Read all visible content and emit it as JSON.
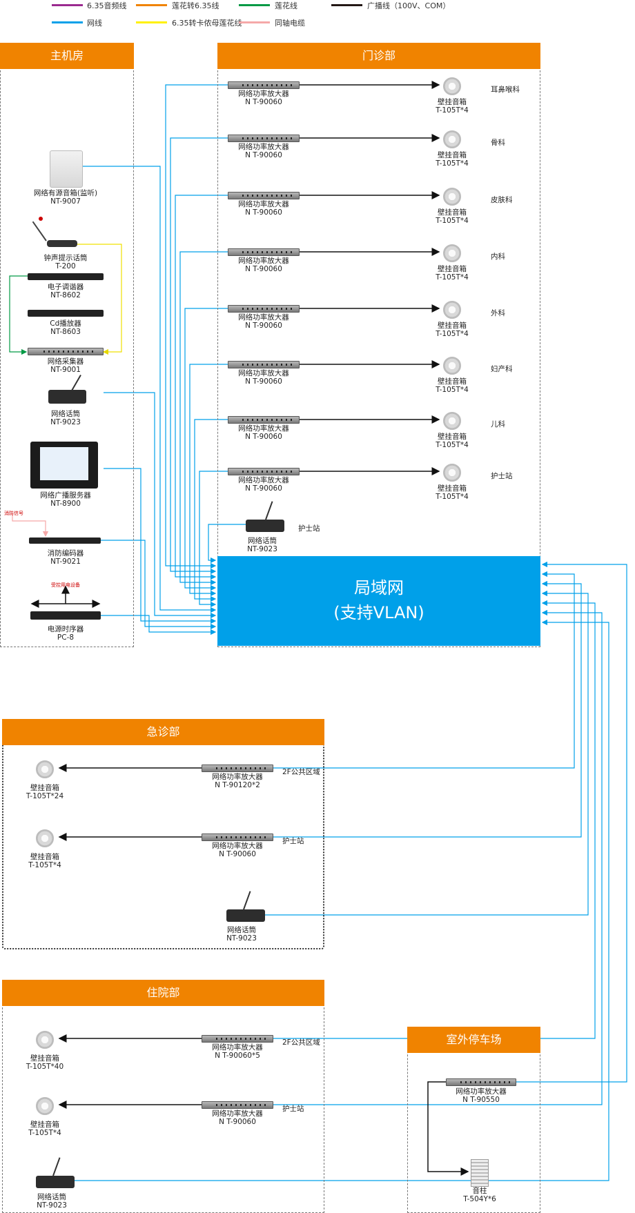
{
  "legend": [
    {
      "label": "6.35音频线",
      "color": "#9b2a8f"
    },
    {
      "label": "莲花转6.35线",
      "color": "#f08300"
    },
    {
      "label": "莲花线",
      "color": "#009944"
    },
    {
      "label": "广播线（100V、COM）",
      "color": "#231815"
    },
    {
      "label": "网线",
      "color": "#00a0e9"
    },
    {
      "label": "6.35转卡侬母莲花线",
      "color": "#fff100"
    },
    {
      "label": "同轴电缆",
      "color": "#f5a8a8"
    }
  ],
  "sections": {
    "host_room": "主机房",
    "outpatient": "门诊部",
    "emergency": "急诊部",
    "inpatient": "住院部",
    "parking": "室外停车场"
  },
  "lan": {
    "line1": "局域网",
    "line2": "(支持VLAN)"
  },
  "host_devices": [
    {
      "name": "网络有源音箱(监听)",
      "model": "NT-9007"
    },
    {
      "name": "钟声提示话筒",
      "model": "T-200"
    },
    {
      "name": "电子调谐器",
      "model": "NT-8602"
    },
    {
      "name": "Cd播放器",
      "model": "NT-8603"
    },
    {
      "name": "网络采集器",
      "model": "NT-9001"
    },
    {
      "name": "网络话筒",
      "model": "NT-9023"
    },
    {
      "name": "网络广播服务器",
      "model": "NT-8900"
    },
    {
      "name": "消防编码器",
      "model": "NT-9021"
    },
    {
      "name": "电源时序器",
      "model": "PC-8"
    }
  ],
  "fire_signal": "消防信号",
  "seq_label": "受控用电设备",
  "outpatient_rows": [
    {
      "amp_name": "网络功率放大器",
      "amp_model": "N T-90060",
      "spk_name": "壁挂音箱",
      "spk_model": "T-105T*4",
      "zone": "耳鼻喉科"
    },
    {
      "amp_name": "网络功率放大器",
      "amp_model": "N T-90060",
      "spk_name": "壁挂音箱",
      "spk_model": "T-105T*4",
      "zone": "骨科"
    },
    {
      "amp_name": "网络功率放大器",
      "amp_model": "N T-90060",
      "spk_name": "壁挂音箱",
      "spk_model": "T-105T*4",
      "zone": "皮肤科"
    },
    {
      "amp_name": "网络功率放大器",
      "amp_model": "N T-90060",
      "spk_name": "壁挂音箱",
      "spk_model": "T-105T*4",
      "zone": "内科"
    },
    {
      "amp_name": "网络功率放大器",
      "amp_model": "N T-90060",
      "spk_name": "壁挂音箱",
      "spk_model": "T-105T*4",
      "zone": "外科"
    },
    {
      "amp_name": "网络功率放大器",
      "amp_model": "N T-90060",
      "spk_name": "壁挂音箱",
      "spk_model": "T-105T*4",
      "zone": "妇产科"
    },
    {
      "amp_name": "网络功率放大器",
      "amp_model": "N T-90060",
      "spk_name": "壁挂音箱",
      "spk_model": "T-105T*4",
      "zone": "儿科"
    },
    {
      "amp_name": "网络功率放大器",
      "amp_model": "N T-90060",
      "spk_name": "壁挂音箱",
      "spk_model": "T-105T*4",
      "zone": "护士站"
    }
  ],
  "outpatient_mic": {
    "name": "网络话筒",
    "model": "NT-9023",
    "zone": "护士站"
  },
  "emergency_rows": [
    {
      "amp_name": "网络功率放大器",
      "amp_model": "N T-90120*2",
      "spk_name": "壁挂音箱",
      "spk_model": "T-105T*24",
      "zone": "2F公共区域"
    },
    {
      "amp_name": "网络功率放大器",
      "amp_model": "N T-90060",
      "spk_name": "壁挂音箱",
      "spk_model": "T-105T*4",
      "zone": "护士站"
    }
  ],
  "emergency_mic": {
    "name": "网络话筒",
    "model": "NT-9023"
  },
  "inpatient_rows": [
    {
      "amp_name": "网络功率放大器",
      "amp_model": "N T-90060*5",
      "spk_name": "壁挂音箱",
      "spk_model": "T-105T*40",
      "zone": "2F公共区域"
    },
    {
      "amp_name": "网络功率放大器",
      "amp_model": "N T-90060",
      "spk_name": "壁挂音箱",
      "spk_model": "T-105T*4",
      "zone": "护士站"
    }
  ],
  "inpatient_mic": {
    "name": "网络话筒",
    "model": "NT-9023"
  },
  "parking": {
    "amp_name": "网络功率放大器",
    "amp_model": "N T-90550",
    "spk_name": "音柱",
    "spk_model": "T-504Y*6"
  }
}
